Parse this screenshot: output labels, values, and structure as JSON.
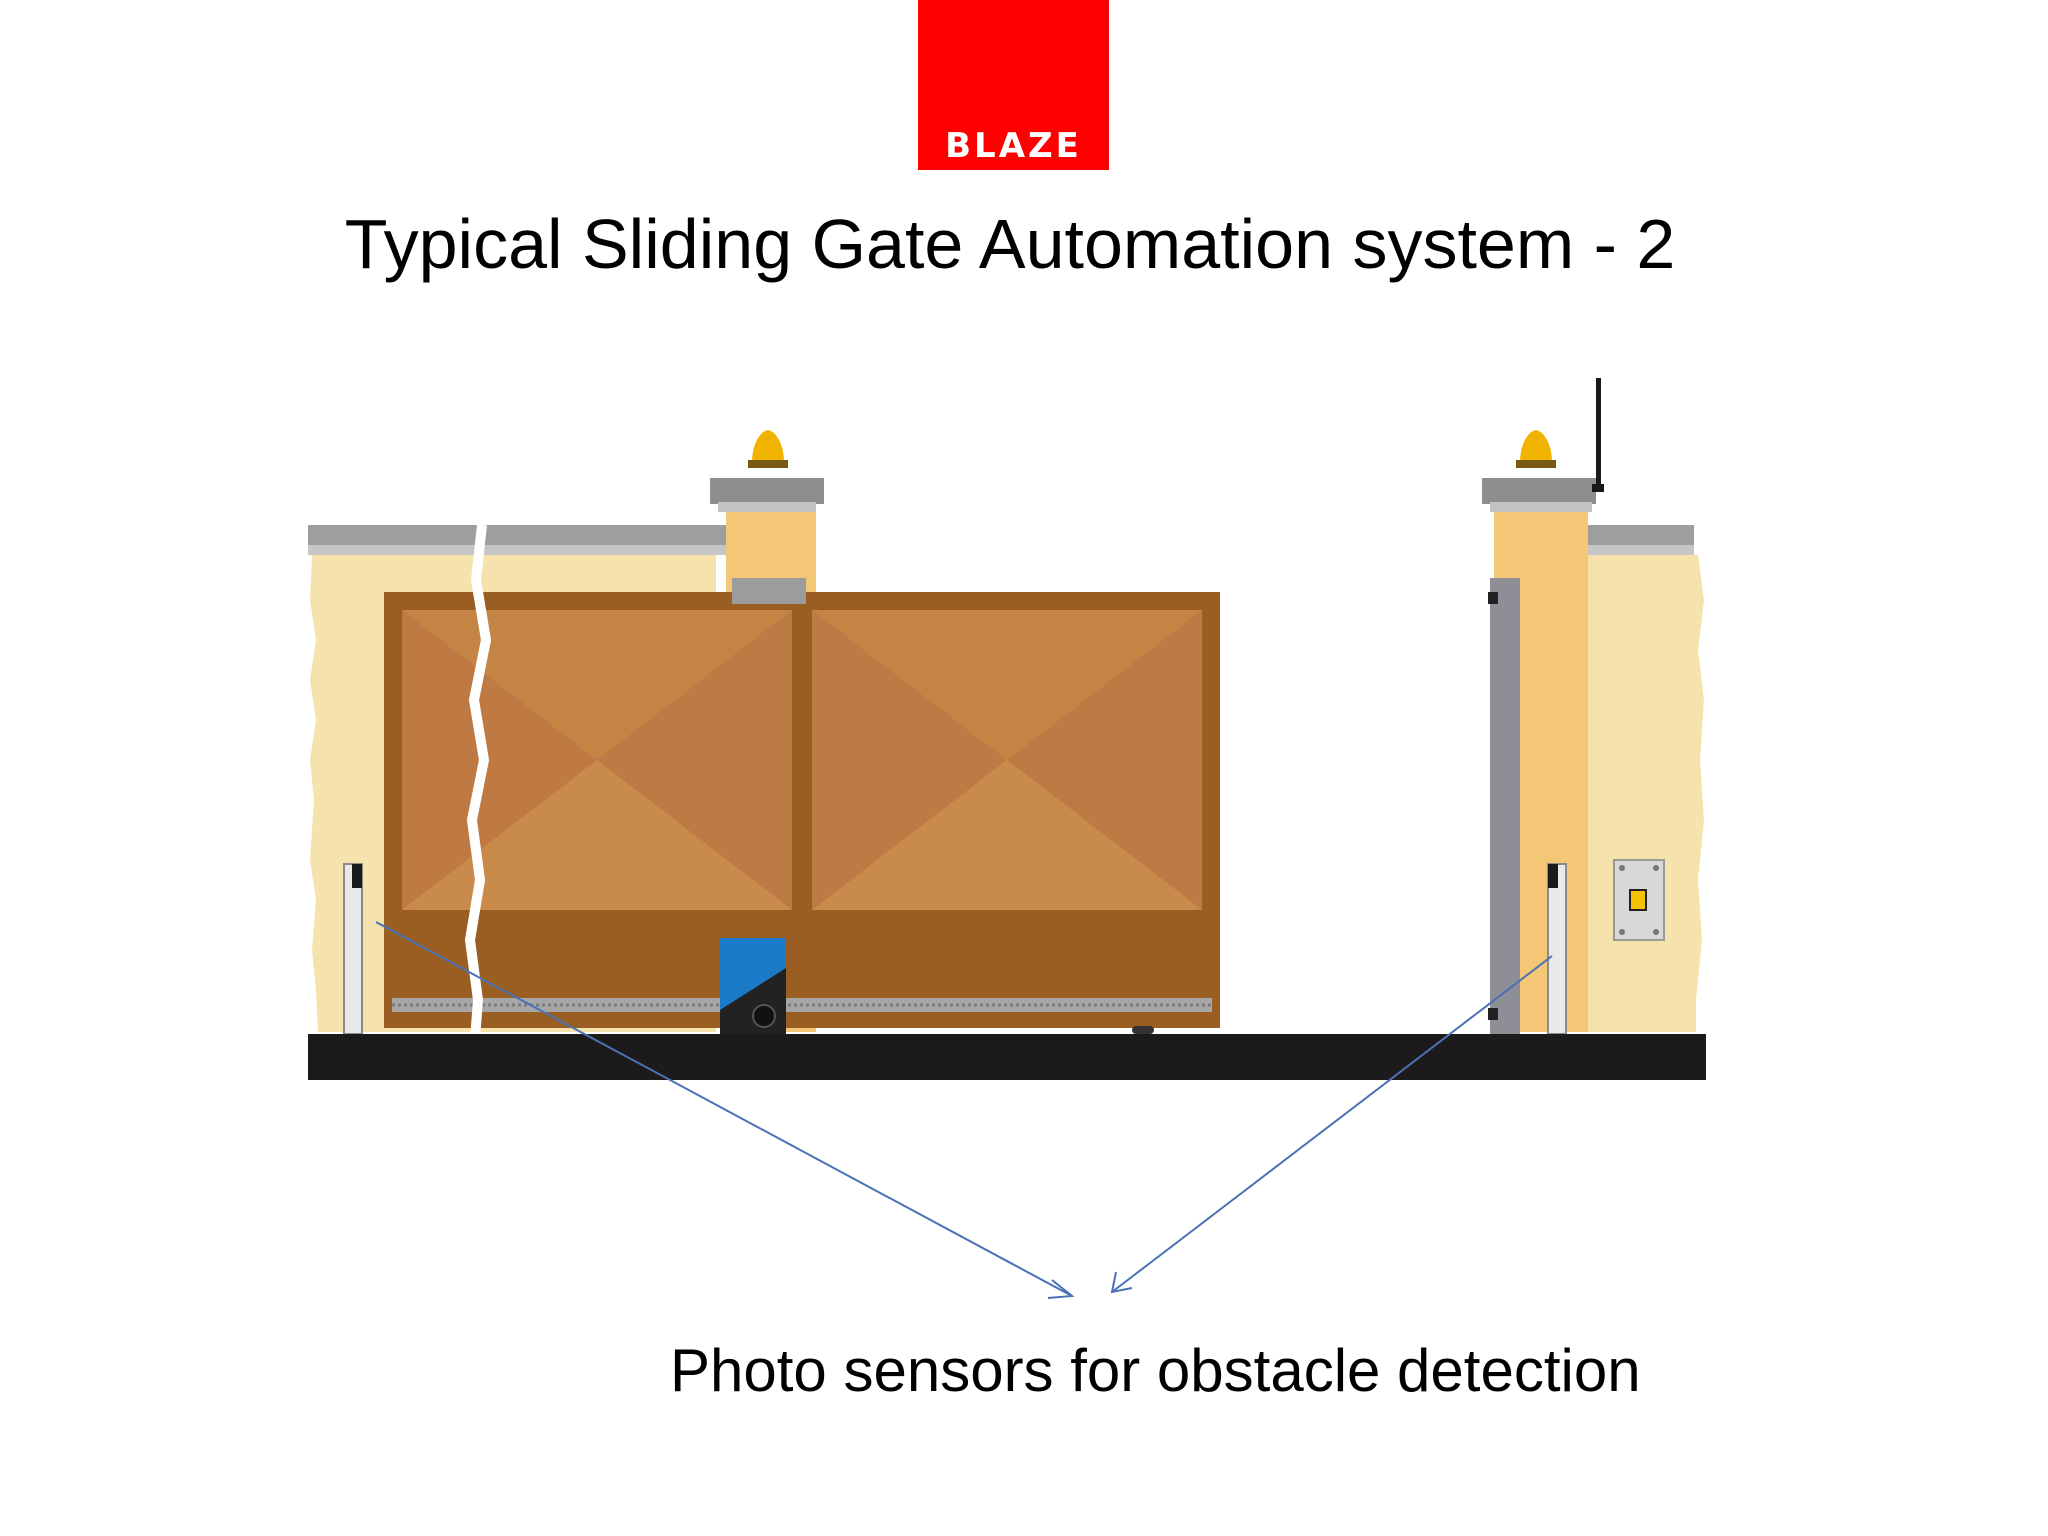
{
  "logo": {
    "text": "BLAZE"
  },
  "title": "Typical Sliding Gate Automation system - 2",
  "caption": "Photo sensors for obstacle detection",
  "colors": {
    "logo_red": "#ff0000",
    "wall": "#f6e2ac",
    "pillar": "#f4c777",
    "gate_frame": "#9a5e22",
    "gate_panel": "#c88a48",
    "ground": "#1c1a1a",
    "motor": "#1b7bc9",
    "lamp": "#f0b400",
    "arrow": "#4a72b6"
  }
}
